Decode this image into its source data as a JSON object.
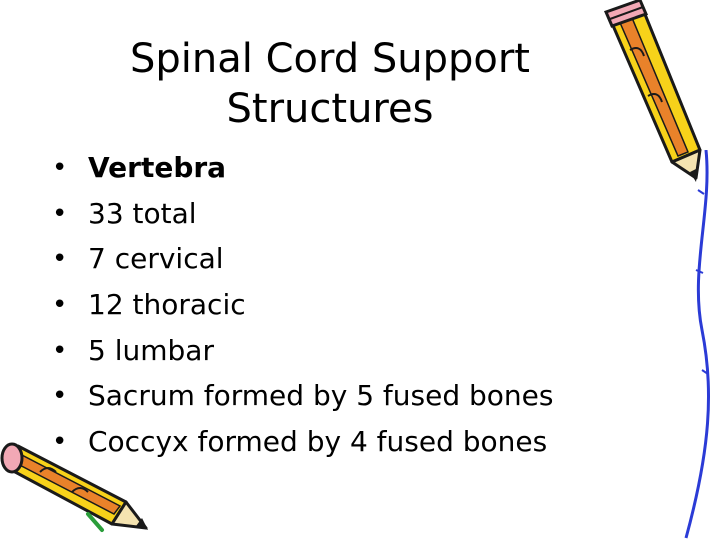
{
  "slide": {
    "title_line1": "Spinal Cord Support",
    "title_line2": "Structures",
    "bullet_char": "•",
    "bullets": [
      {
        "text": "Vertebra"
      },
      {
        "text": "33 total"
      },
      {
        "text": "7 cervical"
      },
      {
        "text": "12 thoracic"
      },
      {
        "text": "5 lumbar"
      },
      {
        "text": "Sacrum formed by 5 fused bones"
      },
      {
        "text": "Coccyx formed by 4 fused bones"
      }
    ]
  },
  "clipart": {
    "top_right": "pencil-icon",
    "bottom_left": "pencil-icon",
    "pencil_color": "#f7d21a",
    "tip_color": "#e2541c",
    "outline_color": "#1a1a1a",
    "line_color": "#2b3bd6"
  }
}
